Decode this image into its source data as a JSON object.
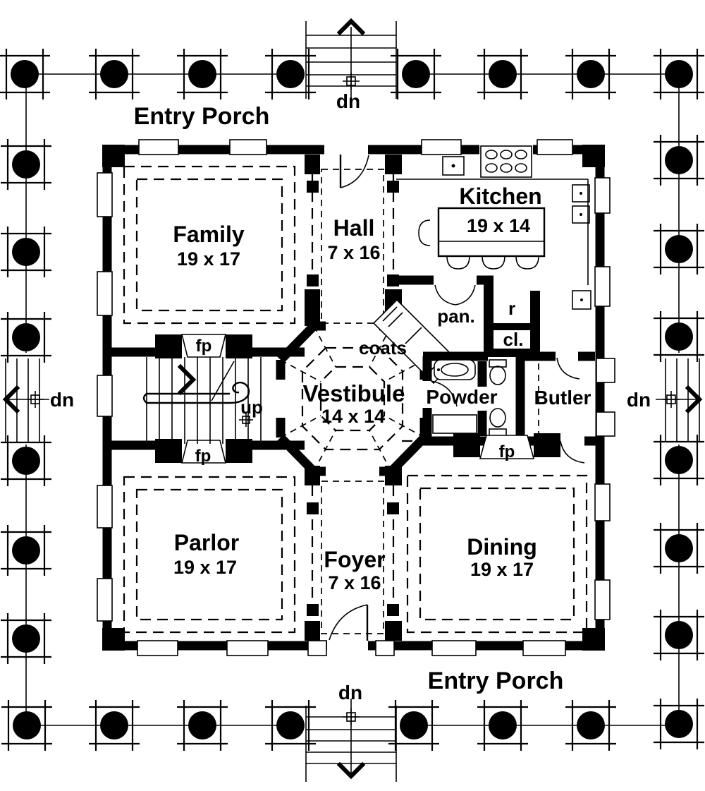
{
  "plan": {
    "porch": {
      "top_label": "Entry Porch",
      "bottom_label": "Entry Porch"
    },
    "stairs": {
      "down_top": "dn",
      "down_bottom": "dn",
      "down_left": "dn",
      "down_right": "dn",
      "up_label": "up"
    },
    "fireplaces": {
      "family": "fp",
      "parlor": "fp",
      "dining": "fp"
    },
    "closets": {
      "coats": "coats",
      "pantry": "pan.",
      "refrigerator": "r",
      "closet": "cl."
    },
    "rooms": {
      "family": {
        "name": "Family",
        "dims": "19 x 17"
      },
      "hall": {
        "name": "Hall",
        "dims": "7 x 16"
      },
      "kitchen": {
        "name": "Kitchen",
        "dims": "19 x 14"
      },
      "vestibule": {
        "name": "Vestibule",
        "dims": "14 x 14"
      },
      "powder": {
        "name": "Powder"
      },
      "butler": {
        "name": "Butler"
      },
      "parlor": {
        "name": "Parlor",
        "dims": "19 x 17"
      },
      "foyer": {
        "name": "Foyer",
        "dims": "7 x 16"
      },
      "dining": {
        "name": "Dining",
        "dims": "19 x 17"
      }
    },
    "colors": {
      "ink": "#000000",
      "paper": "#ffffff"
    }
  }
}
